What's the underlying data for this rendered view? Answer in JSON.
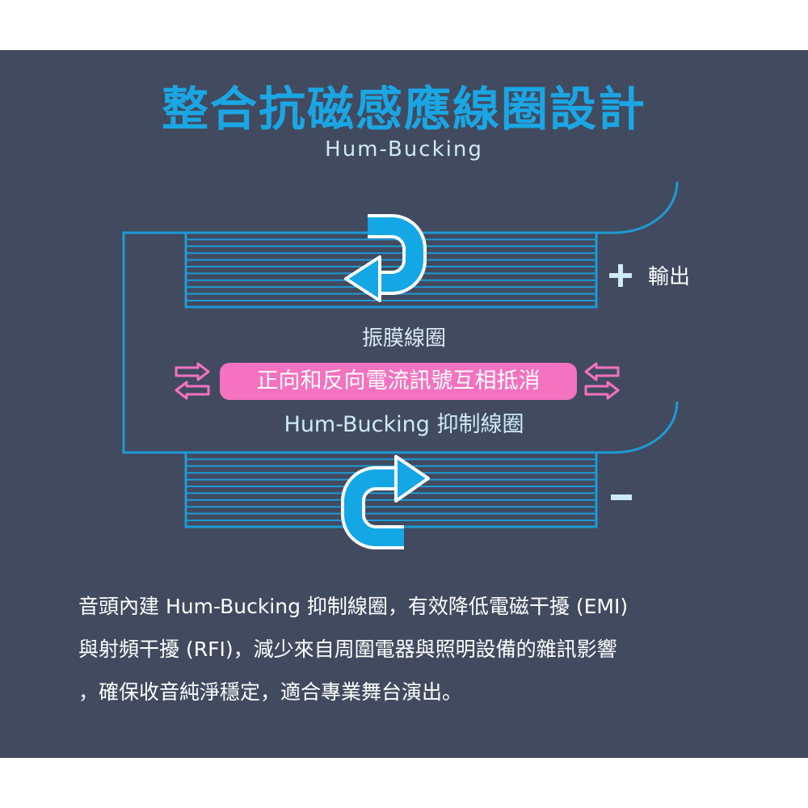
{
  "title": "整合抗磁感應線圈設計",
  "subtitle": "Hum-Bucking",
  "diagram": {
    "coil_label": "振膜線圈",
    "cancel_label": "正向和反向電流訊號互相抵消",
    "bucking_label": "Hum-Bucking 抑制線圈",
    "output_label": "輸出",
    "positive_symbol": "+",
    "negative_symbol": "-"
  },
  "description": [
    "音頭內建 Hum-Bucking 抑制線圈，有效降低電磁干擾 (EMI)",
    "與射頻干擾 (RFI)，減少來自周圍電器與照明設備的雜訊影響",
    "，確保收音純淨穩定，適合專業舞台演出。"
  ],
  "colors": {
    "background": "#414a5e",
    "accent": "#1aa6e4",
    "pink": "#f472c0",
    "coil": "#1e9ad6"
  }
}
